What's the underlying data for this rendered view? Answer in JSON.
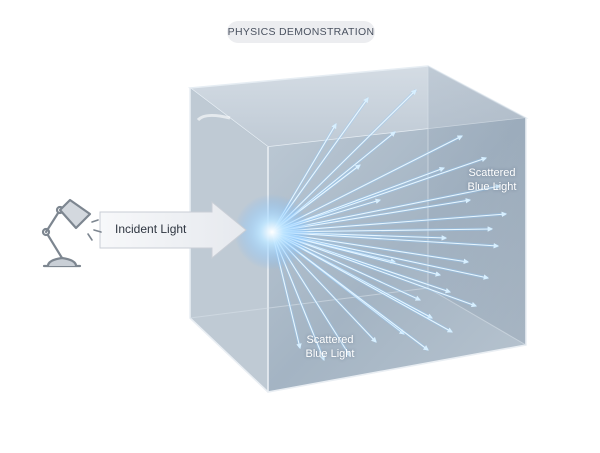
{
  "header": {
    "badge": "PHYSICS DEMONSTRATION"
  },
  "labels": {
    "incident": "Incident Light",
    "scattered_top_line1": "Scattered",
    "scattered_top_line2": "Blue Light",
    "scattered_bottom_line1": "Scattered",
    "scattered_bottom_line2": "Blue Light"
  },
  "icons": {
    "lamp": "desk-lamp-icon",
    "arrow": "incident-arrow-icon"
  },
  "colors": {
    "beam": "#8ecbff",
    "beam_core": "#e8f6ff",
    "glass_front": "#a9b8c6",
    "glass_side": "#93a3b2",
    "glass_top": "#c3ced8",
    "lamp": "#7d8690"
  }
}
